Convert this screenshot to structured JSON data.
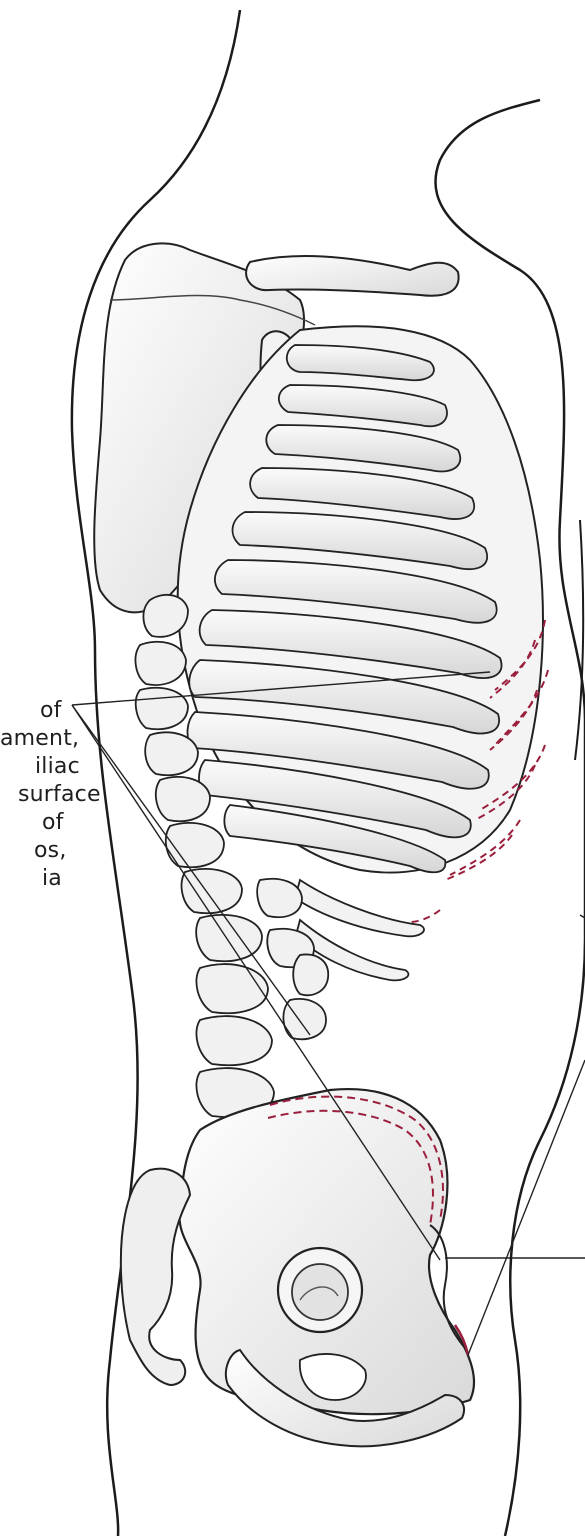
{
  "figure": {
    "label_lines": [
      "of",
      "ament,",
      "iliac",
      "surface",
      "of",
      "os,",
      "ia"
    ]
  },
  "colors": {
    "ink": "#1f1f1f",
    "bone_fill": "#f3f3f3",
    "bone_shade": "#cfcfcf",
    "attachment": "#9a1f3c"
  },
  "icons": {
    "illustration": "torso-skeleton-illustration"
  }
}
